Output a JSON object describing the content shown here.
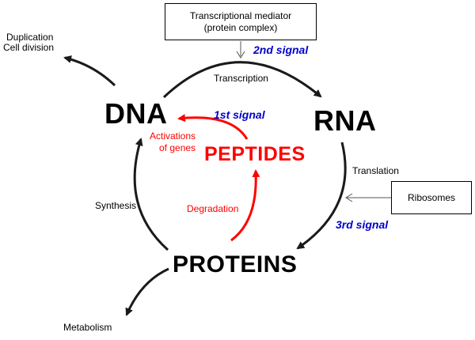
{
  "nodes": {
    "dna": "DNA",
    "rna": "RNA",
    "proteins": "PROTEINS",
    "peptides": "PEPTIDES"
  },
  "boxes": {
    "mediator_line1": "Transcriptional mediator",
    "mediator_line2": "(protein complex)",
    "ribosomes": "Ribosomes"
  },
  "processes": {
    "transcription": "Transcription",
    "translation": "Translation",
    "synthesis": "Synthesis",
    "degradation": "Degradation",
    "activations_line1": "Activations",
    "activations_line2": "of genes"
  },
  "signals": {
    "first": "1st signal",
    "second": "2nd signal",
    "third": "3rd signal"
  },
  "outputs": {
    "duplication": "Duplication",
    "cell_division": "Cell division",
    "metabolism": "Metabolism"
  },
  "colors": {
    "cycle": "#1a1a1a",
    "signal_text": "#0000cc",
    "peptide_pathway": "#ff0000"
  }
}
